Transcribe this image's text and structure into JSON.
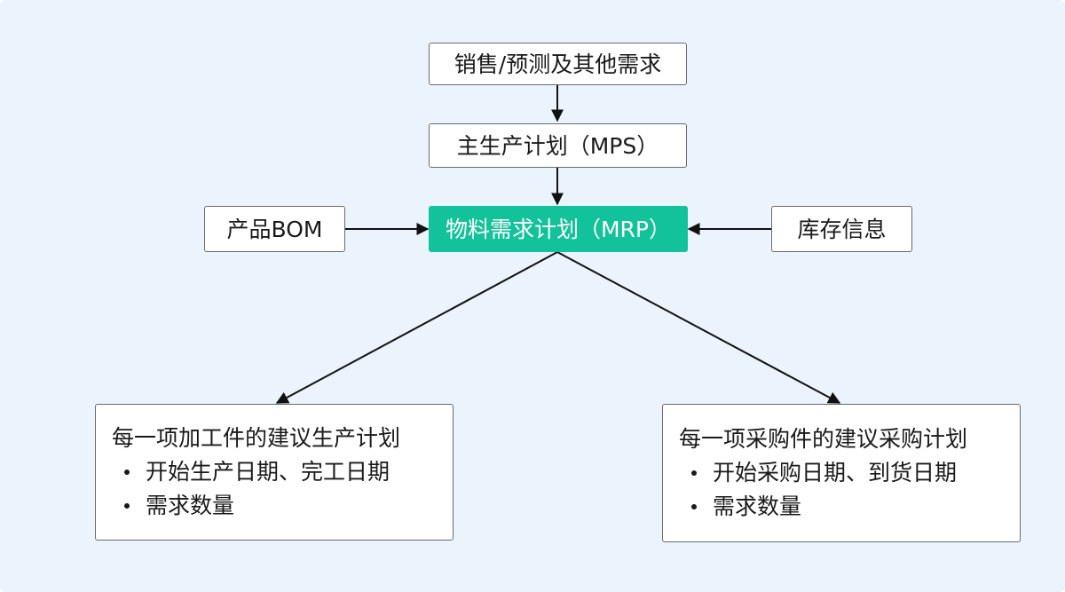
{
  "diagram": {
    "nodes": {
      "demand": {
        "label": "销售/预测及其他需求"
      },
      "mps": {
        "label": "主生产计划（MPS）"
      },
      "mrp": {
        "label": "物料需求计划（MRP）"
      },
      "bom": {
        "label": "产品BOM"
      },
      "inventory": {
        "label": "库存信息"
      },
      "production": {
        "title": "每一项加工件的建议生产计划",
        "bullets": [
          "开始生产日期、完工日期",
          "需求数量"
        ]
      },
      "purchase": {
        "title": "每一项采购件的建议采购计划",
        "bullets": [
          "开始采购日期、到货日期",
          "需求数量"
        ]
      }
    },
    "edges": [
      {
        "from": "demand",
        "to": "mps"
      },
      {
        "from": "mps",
        "to": "mrp"
      },
      {
        "from": "bom",
        "to": "mrp"
      },
      {
        "from": "inventory",
        "to": "mrp"
      },
      {
        "from": "mrp",
        "to": "production"
      },
      {
        "from": "mrp",
        "to": "purchase"
      }
    ],
    "colors": {
      "background": "#ebf3fc",
      "primary": "#12c29a",
      "border": "#6b6b6b",
      "line": "#111111"
    }
  }
}
